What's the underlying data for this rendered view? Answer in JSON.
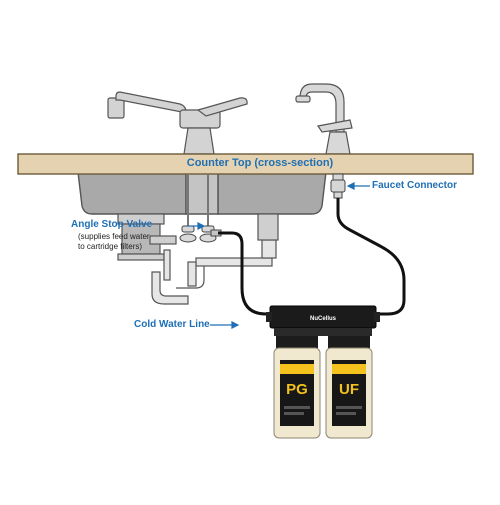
{
  "labels": {
    "counter_top": "Counter Top (cross-section)",
    "faucet_connector": "Faucet Connector",
    "angle_stop_valve": "Angle Stop Valve",
    "angle_stop_valve_note_1": "(supplies feed water",
    "angle_stop_valve_note_2": "to cartridge filters)",
    "cold_water_line": "Cold Water Line"
  },
  "filter_system": {
    "brand": "NuCellus",
    "cartridge_left": "PG",
    "cartridge_right": "UF"
  },
  "colors": {
    "label_blue": "#1f6fb5",
    "countertop": "#e4d2b0",
    "sink_body": "#bdbdbd",
    "cartridge_bg": "#f1e9cf",
    "label_yellow": "#f3c21c"
  }
}
